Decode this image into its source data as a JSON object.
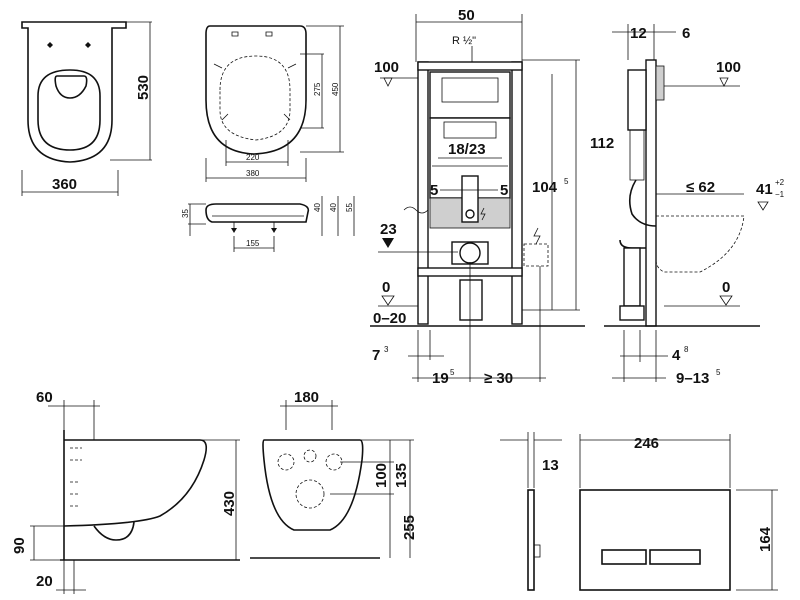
{
  "seat_top": {
    "width": "360",
    "depth": "530"
  },
  "seat_detail": {
    "w_outer": "380",
    "w_inner": "220",
    "h_inner": "275",
    "h_outer": "450"
  },
  "seat_side": {
    "thickness": "35",
    "hinge": "155",
    "h1": "40",
    "h2": "40",
    "h3": "55"
  },
  "frame_front": {
    "width": "50",
    "thread": "R ½\"",
    "level_top": "100",
    "pipe": "18/23",
    "left_spacing": "5",
    "right_spacing": "5",
    "inlet": "23",
    "total_height": "112",
    "height_mid": "104",
    "height_mid_sup": "5",
    "floor": "0",
    "floor_range": "0–20",
    "bottom_left": "7",
    "bottom_left_sup": "3",
    "bottom_mid": "19",
    "bottom_mid_sup": "5",
    "bottom_right": "≥ 30"
  },
  "frame_side": {
    "top_a": "12",
    "top_b": "6",
    "level_top": "100",
    "bowl_len": "≤ 62",
    "bowl_height": "41",
    "tol_plus": "+2",
    "tol_minus": "−1",
    "floor": "0",
    "bottom_a": "4",
    "bottom_a_sup": "8",
    "bottom_b": "9–13",
    "bottom_b_sup": "5"
  },
  "bowl_side": {
    "top": "60",
    "height": "430",
    "left": "90",
    "bottom": "20"
  },
  "bowl_back": {
    "width": "180",
    "hole_mid": "100",
    "hole_top": "135",
    "bottom": "255"
  },
  "flush_plate": {
    "depth": "13",
    "width": "246",
    "height": "164"
  }
}
